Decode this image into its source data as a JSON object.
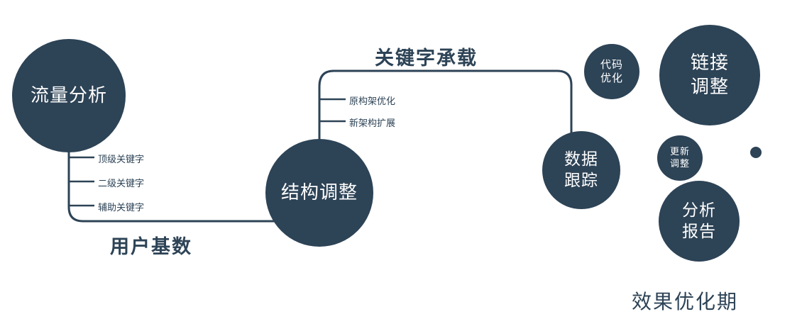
{
  "colors": {
    "primary": "#2d4356",
    "node_text": "#ffffff",
    "background": "#ffffff"
  },
  "nodes": {
    "traffic_analysis": {
      "label": "流量分析"
    },
    "structure_adjust": {
      "label": "结构调整"
    },
    "data_tracking": {
      "label": "数据\n跟踪"
    },
    "code_optimization": {
      "label": "代码\n优化"
    },
    "link_adjustment": {
      "label": "链接\n调整"
    },
    "update_adjustment": {
      "label": "更新\n调整"
    },
    "analysis_report": {
      "label": "分析\n报告"
    }
  },
  "edges": {
    "user_base": {
      "label": "用户基数"
    },
    "keyword_bearing": {
      "label": "关键字承载"
    }
  },
  "branches": {
    "traffic": [
      "顶级关键字",
      "二级关键字",
      "辅助关键字"
    ],
    "structure": [
      "原构架优化",
      "新架构扩展"
    ]
  },
  "footer": {
    "label": "效果优化期"
  }
}
